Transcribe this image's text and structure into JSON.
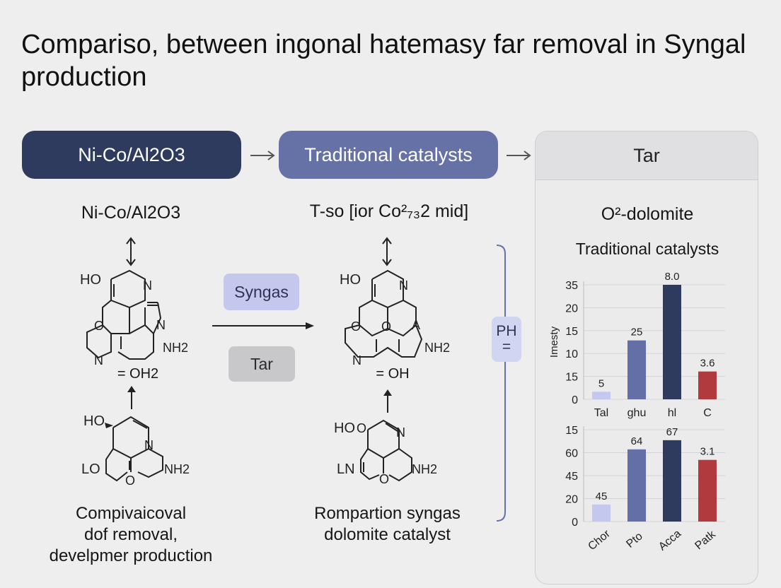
{
  "title": "Compariso, between ingonal hatemasy far removal in Syngal production",
  "flow": {
    "pill1": "Ni-Co/Al2O3",
    "pill2": "Traditional catalysts",
    "pill3": "Tar"
  },
  "left_column": {
    "heading": "Ni-Co/Al2O3",
    "upper_molecule": {
      "label_ho": "HO",
      "label_n1": "N",
      "label_o": "O",
      "label_n2": "N",
      "label_nh2": "NH2",
      "label_n3": "N"
    },
    "mid_label": "= OH2",
    "lower_molecule": {
      "label_ho": "HO",
      "label_n": "N",
      "label_lo": "LO",
      "label_o": "O",
      "label_nh2": "NH2"
    },
    "caption": [
      "Compivaicoval",
      "dof removal,",
      "develpmer production"
    ]
  },
  "middle_tags": {
    "syngas": "Syngas",
    "tar": "Tar"
  },
  "center_column": {
    "heading": "T-so [ior Co²₇₃2 mid]",
    "upper_molecule": {
      "label_ho": "HO",
      "label_n": "N",
      "label_o1": "O",
      "label_o2": "O",
      "label_a": "A",
      "label_n2": "N",
      "label_nh2": "NH2"
    },
    "mid_label": "= OH",
    "lower_molecule": {
      "label_ho": "HO",
      "label_o": "O",
      "label_n": "N",
      "label_ln": "LN",
      "label_o2": "O",
      "label_nh2": "NH2"
    },
    "caption": [
      "Rompartion syngas",
      "dolomite catalyst"
    ]
  },
  "ph_tag": {
    "line1": "PH",
    "line2": "="
  },
  "right_panel": {
    "heading": "O²-dolomite",
    "subheading": "Traditional catalysts"
  },
  "chart_data": [
    {
      "type": "bar",
      "ylabel": "Imesty",
      "yticks": [
        0,
        15,
        10,
        15,
        20,
        35
      ],
      "categories": [
        "Tal",
        "ghu",
        "hl",
        "C"
      ],
      "values": [
        2.3,
        18,
        35,
        8.5
      ],
      "data_labels": [
        "5",
        "25",
        "8.0",
        "3.6"
      ],
      "colors": [
        "#c4c8ef",
        "#646fa7",
        "#2e3b5e",
        "#b03a3e"
      ],
      "grid": true
    },
    {
      "type": "bar",
      "yticks": [
        0,
        20,
        45,
        60,
        15
      ],
      "categories": [
        "Chor",
        "Pto",
        "Acca",
        "Patk"
      ],
      "values": [
        13,
        55,
        62,
        47
      ],
      "data_labels": [
        "45",
        "64",
        "67",
        "3.1"
      ],
      "colors": [
        "#c4c8ef",
        "#646fa7",
        "#2e3b5e",
        "#b03a3e"
      ],
      "grid": true
    }
  ]
}
